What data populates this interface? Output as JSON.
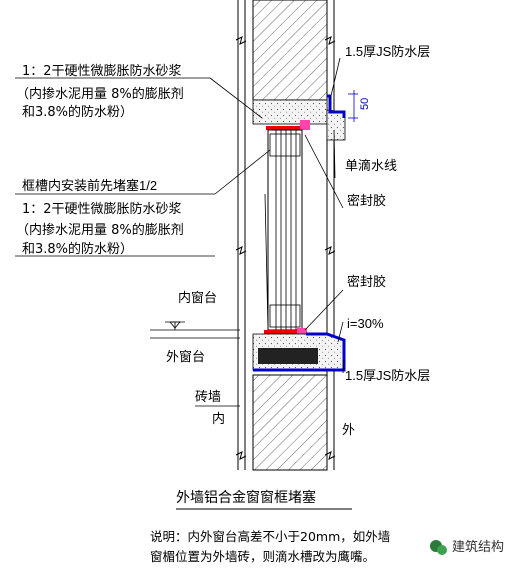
{
  "labels": {
    "membrane_top": "1.5厚JS防水层",
    "mortar_1_line1": "1：2干硬性微膨胀防水砂浆",
    "mortar_1_line2": "（内掺水泥用量 8%的膨胀剂",
    "mortar_1_line3": "和3.8%的防水粉）",
    "dim_50": "50",
    "drip_line": "单滴水线",
    "frame_fill": "框槽内安装前先堵塞1/2",
    "mortar_2_line1": "1：2干硬性微膨胀防水砂浆",
    "mortar_2_line2": "（内掺水泥用量 8%的膨胀剂",
    "mortar_2_line3": "和3.8%的防水粉）",
    "sealant_upper": "密封胶",
    "sealant_lower": "密封胶",
    "inner_sill": "内窗台",
    "slope": "i=30%",
    "outer_sill": "外窗台",
    "membrane_bottom": "1.5厚JS防水层",
    "brick_wall": "砖墙",
    "inside": "内",
    "outside": "外"
  },
  "title": "外墙铝合金窗窗框堵塞",
  "note": {
    "line1": "说明：内外窗台高差不小于20mm，如外墙",
    "line2": "窗楣位置为外墙砖，则滴水槽改为鹰嘴。"
  },
  "watermark": "建筑结构",
  "colors": {
    "membrane": "#0000cc",
    "sealant": "#ee0000",
    "frame_pink": "#ff44aa",
    "line": "#000000"
  }
}
